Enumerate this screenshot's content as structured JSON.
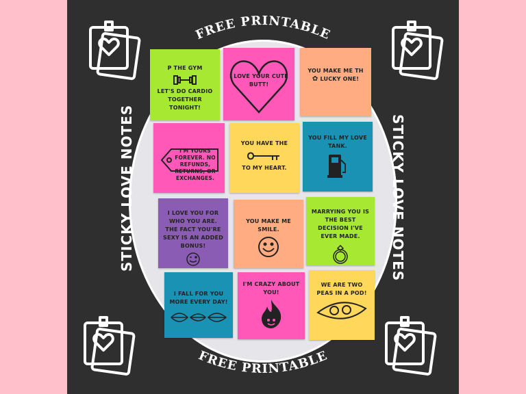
{
  "header": {
    "top_text": "FREE PRINTABLE",
    "bottom_text": "FREE PRINTABLE"
  },
  "sides": {
    "left_title": "STICKY LOVE NOTES",
    "right_title": "STICKY LOVE NOTES"
  },
  "colors": {
    "background_pink": "#ffc0cb",
    "dark_panel": "#2f2f2f",
    "green": "#a6e832",
    "pink": "#ff58b8",
    "peach": "#ffac82",
    "yellow": "#ffd75a",
    "teal": "#1a92b4",
    "purple": "#8a5cb3"
  },
  "notes": [
    {
      "lines": [
        "P THE GYM",
        "LET'S DO CARDIO TOGETHER TONIGHT!"
      ],
      "icon": "dumbbell-icon",
      "color": "green"
    },
    {
      "lines": [
        "I LOVE YOUR CUTE BUTT!"
      ],
      "icon": "heart-outline-icon",
      "color": "pink"
    },
    {
      "lines": [
        "YOU MAKE ME TH",
        "LUCKY ONE!"
      ],
      "icon": "clover-icon",
      "color": "peach"
    },
    {
      "lines": [
        "I'M YOURS FOREVER. NO REFUNDS, RETURNS, OR EXCHANGES."
      ],
      "icon": "tag-icon",
      "color": "pink"
    },
    {
      "lines": [
        "YOU HAVE THE",
        "TO MY HEART."
      ],
      "icon": "key-icon",
      "color": "yellow"
    },
    {
      "lines": [
        "YOU FILL MY LOVE TANK."
      ],
      "icon": "gas-pump-icon",
      "color": "teal"
    },
    {
      "lines": [
        "I LOVE YOU FOR WHO YOU ARE. THE FACT YOU'RE SEXY IS AN ADDED BONUS!"
      ],
      "icon": "wink-face-icon",
      "color": "purple"
    },
    {
      "lines": [
        "YOU MAKE ME SMILE."
      ],
      "icon": "smiley-icon",
      "color": "peach"
    },
    {
      "lines": [
        "MARRYING YOU IS THE BEST DECISION I'VE EVER MADE."
      ],
      "icon": "ring-icon",
      "color": "green"
    },
    {
      "lines": [
        "I FALL FOR YOU MORE EVERY DAY!"
      ],
      "icon": "leaves-icon",
      "color": "teal"
    },
    {
      "lines": [
        "I'M CRAZY ABOUT YOU!"
      ],
      "icon": "flame-icon",
      "color": "pink"
    },
    {
      "lines": [
        "WE ARE TWO PEAS IN A POD!"
      ],
      "icon": "pea-pod-icon",
      "color": "yellow"
    }
  ],
  "corner_icons": [
    "photo-heart-icon",
    "photo-heart-icon",
    "photo-heart-icon",
    "photo-heart-icon"
  ]
}
